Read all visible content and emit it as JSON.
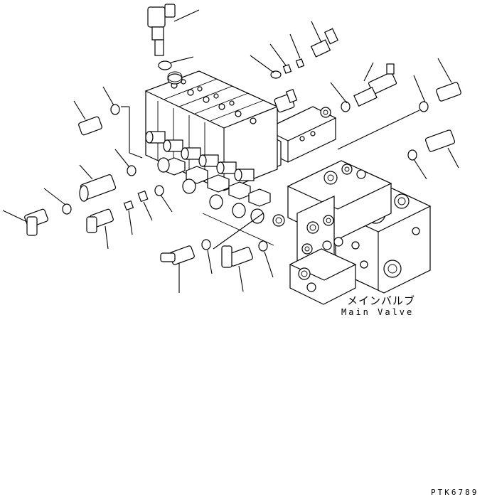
{
  "drawing": {
    "component_label_jp": "メインバルブ",
    "component_label_en": "Main Valve",
    "drawing_code": "PTK6789"
  }
}
